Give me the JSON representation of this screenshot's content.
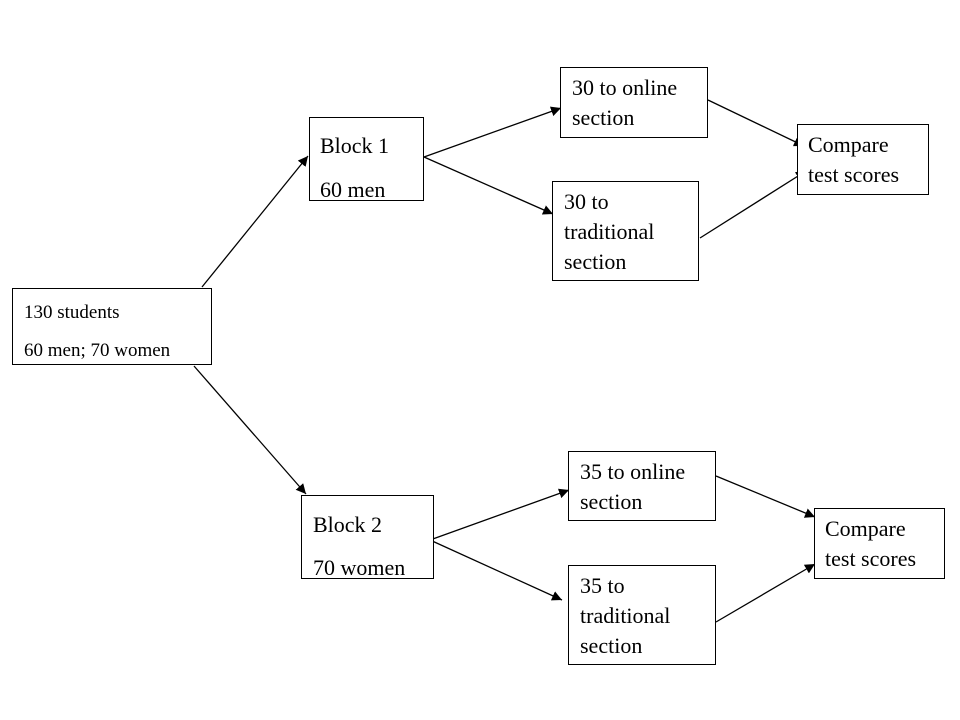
{
  "root": {
    "line1": "130 students",
    "line2": "60 men; 70 women"
  },
  "block1": {
    "title": "Block 1",
    "detail": "60 men"
  },
  "block2": {
    "title": "Block 2",
    "detail": "70 women"
  },
  "block1_online": {
    "line1": "30 to online",
    "line2": "section"
  },
  "block1_traditional": {
    "line1": "30 to",
    "line2": "traditional",
    "line3": "section"
  },
  "block2_online": {
    "line1": "35 to online",
    "line2": "section"
  },
  "block2_traditional": {
    "line1": "35 to",
    "line2": "traditional",
    "line3": "section"
  },
  "compare1": {
    "line1": "Compare",
    "line2": "test scores"
  },
  "compare2": {
    "line1": "Compare",
    "line2": "test scores"
  },
  "colors": {
    "line": "#000000",
    "box_border": "#000000",
    "background": "#ffffff"
  }
}
